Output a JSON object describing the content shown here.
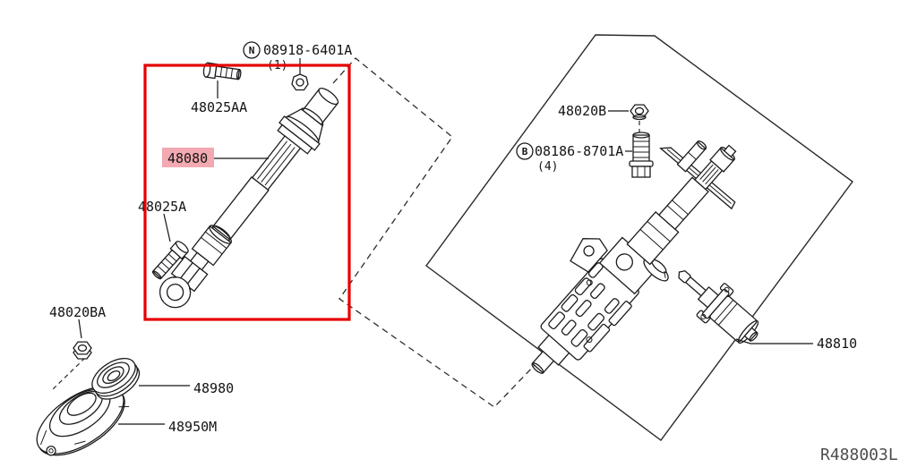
{
  "diagram": {
    "ref_code": "R488003L",
    "colors": {
      "highlight_box": "#e60000",
      "label_highlight_bg": "#f2a9b1"
    },
    "parts": {
      "bolt_upper": {
        "label": "48025AA"
      },
      "intermediate_shaft": {
        "label": "48080",
        "highlighted": true
      },
      "bolt_lower": {
        "label": "48025A"
      },
      "nut_lower": {
        "label": "48020BA"
      },
      "seal_ring": {
        "label": "48980"
      },
      "column_cover": {
        "label": "48950M"
      },
      "nut_upper": {
        "label": "48020B"
      },
      "steering_column": {
        "label": "48810"
      }
    },
    "callouts": {
      "nut_callout": {
        "symbol": "N",
        "part_number": "08918-6401A",
        "quantity": "(1)"
      },
      "bolt_callout": {
        "symbol": "B",
        "part_number": "08186-8701A",
        "quantity": "(4)"
      }
    }
  }
}
